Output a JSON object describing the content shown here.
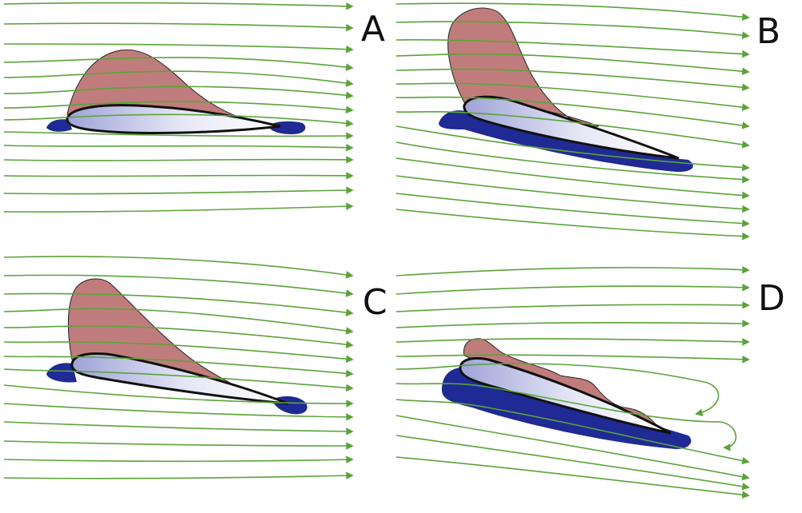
{
  "panels": [
    {
      "label": "A"
    },
    {
      "label": "B"
    },
    {
      "label": "C"
    },
    {
      "label": "D"
    }
  ],
  "colors": {
    "streamline": "#5aa33a",
    "suction_region": "#c07c7c",
    "pressure_region": "#1f2a94",
    "airfoil_outline": "#111111",
    "airfoil_fill_light": "#ffffff",
    "airfoil_fill_dark": "#9fa3d6"
  }
}
